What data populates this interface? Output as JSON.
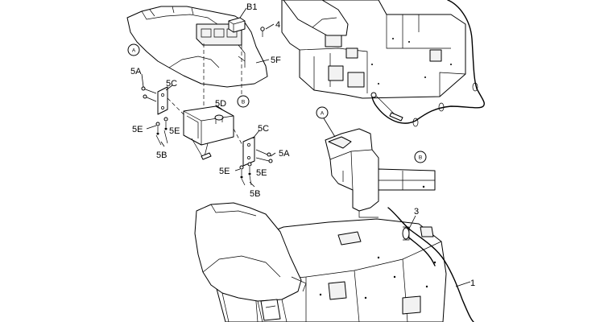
{
  "labels": {
    "b1": "B1",
    "p4": "4",
    "p5f": "5F",
    "p5a_left": "5A",
    "p5c_left": "5C",
    "p5d": "5D",
    "p5e_left1": "5E",
    "p5e_left2": "5E",
    "p5b_left": "5B",
    "p5c_right": "5C",
    "p5a_right": "5A",
    "p5e_right1": "5E",
    "p5e_right2": "5E",
    "p5b_right": "5B",
    "p3": "3",
    "p1": "1"
  },
  "callouts": {
    "a_top": "A",
    "b_top": "B",
    "a_mid": "A",
    "b_mid": "B"
  }
}
